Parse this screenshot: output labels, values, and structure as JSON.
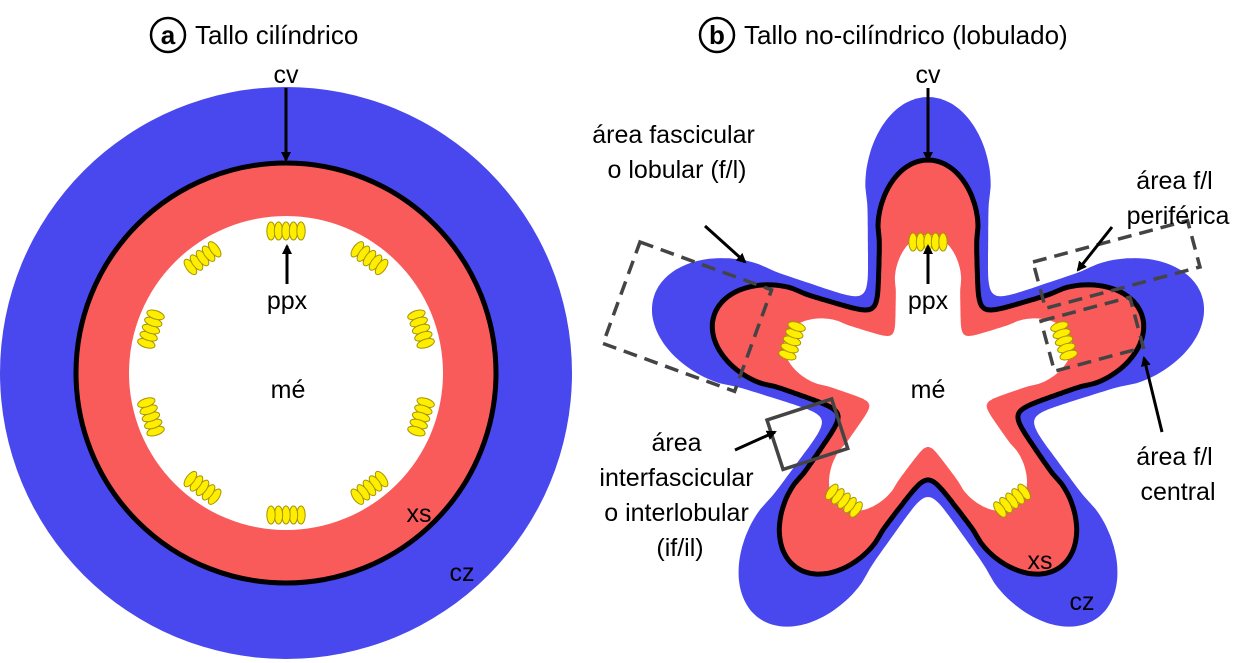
{
  "colors": {
    "cortex": "#4848ee",
    "xylem": "#f95a5a",
    "pith": "#ffffff",
    "vascular_cambium": "#000000",
    "primary_xylem_fill": "#ffee00",
    "primary_xylem_stroke": "#a59400",
    "area_box": "#444444"
  },
  "panel_a": {
    "letter": "a",
    "title": "Tallo cilíndrico",
    "label_cv": "cv",
    "label_ppx": "ppx",
    "label_me": "mé",
    "label_xs": "xs",
    "label_cz": "cz"
  },
  "panel_b": {
    "letter": "b",
    "title": "Tallo no-cilíndrico (lobulado)",
    "label_cv": "cv",
    "label_ppx": "ppx",
    "label_me": "mé",
    "label_xs": "xs",
    "label_cz": "cz",
    "fascicular_area": [
      "área fascicular",
      "o lobular (f/l)"
    ],
    "peripheral_area": [
      "área f/l",
      "periférica"
    ],
    "central_area": [
      "área f/l",
      "central"
    ],
    "interfascicular_area": [
      "área",
      "interfascicular",
      "o interlobular",
      "(if/il)"
    ]
  }
}
